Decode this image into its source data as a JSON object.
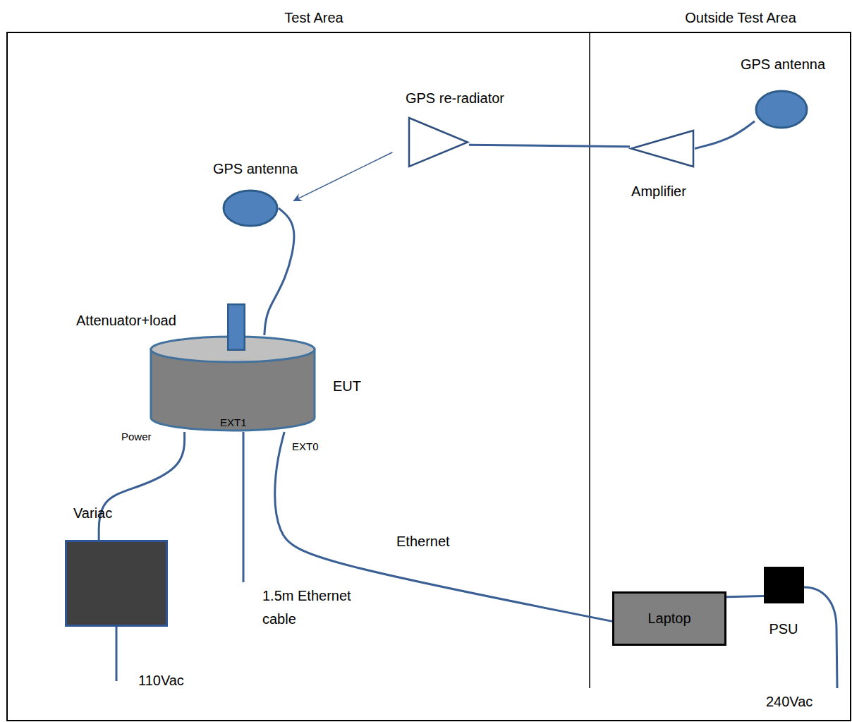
{
  "diagram": {
    "nodes": [
      {
        "text": [
          "GPS antenna"
        ]
      },
      {
        "text": [
          "Amplifier"
        ]
      },
      {
        "text": [
          "GPS re-radiator"
        ]
      },
      {
        "text": [
          "GPS antenna"
        ]
      },
      {
        "text": [
          "Attenuator+load"
        ]
      },
      {
        "text": [
          "EUT"
        ]
      },
      {
        "text": [
          "Variac"
        ]
      },
      {
        "text": [
          "Laptop"
        ]
      },
      {
        "text": [
          "PSU"
        ]
      }
    ],
    "edges": [
      {
        "from": 0,
        "to": 1,
        "arrow": "none"
      },
      {
        "from": 1,
        "to": 2,
        "arrow": "none"
      },
      {
        "from": 2,
        "to": 3,
        "arrow": "to"
      },
      {
        "from": 3,
        "to": 5,
        "arrow": "none"
      },
      {
        "from": 5,
        "to": 6,
        "arrow": "none"
      },
      {
        "from": 5,
        "to": 7,
        "label": "Ethernet",
        "arrow": "none"
      },
      {
        "from": 7,
        "to": 8,
        "arrow": "none"
      }
    ],
    "labels": [
      "Test Area",
      "Outside Test Area",
      "Power",
      "EXT1",
      "EXT0",
      "1.5m Ethernet cable",
      "110Vac",
      "240Vac"
    ]
  }
}
